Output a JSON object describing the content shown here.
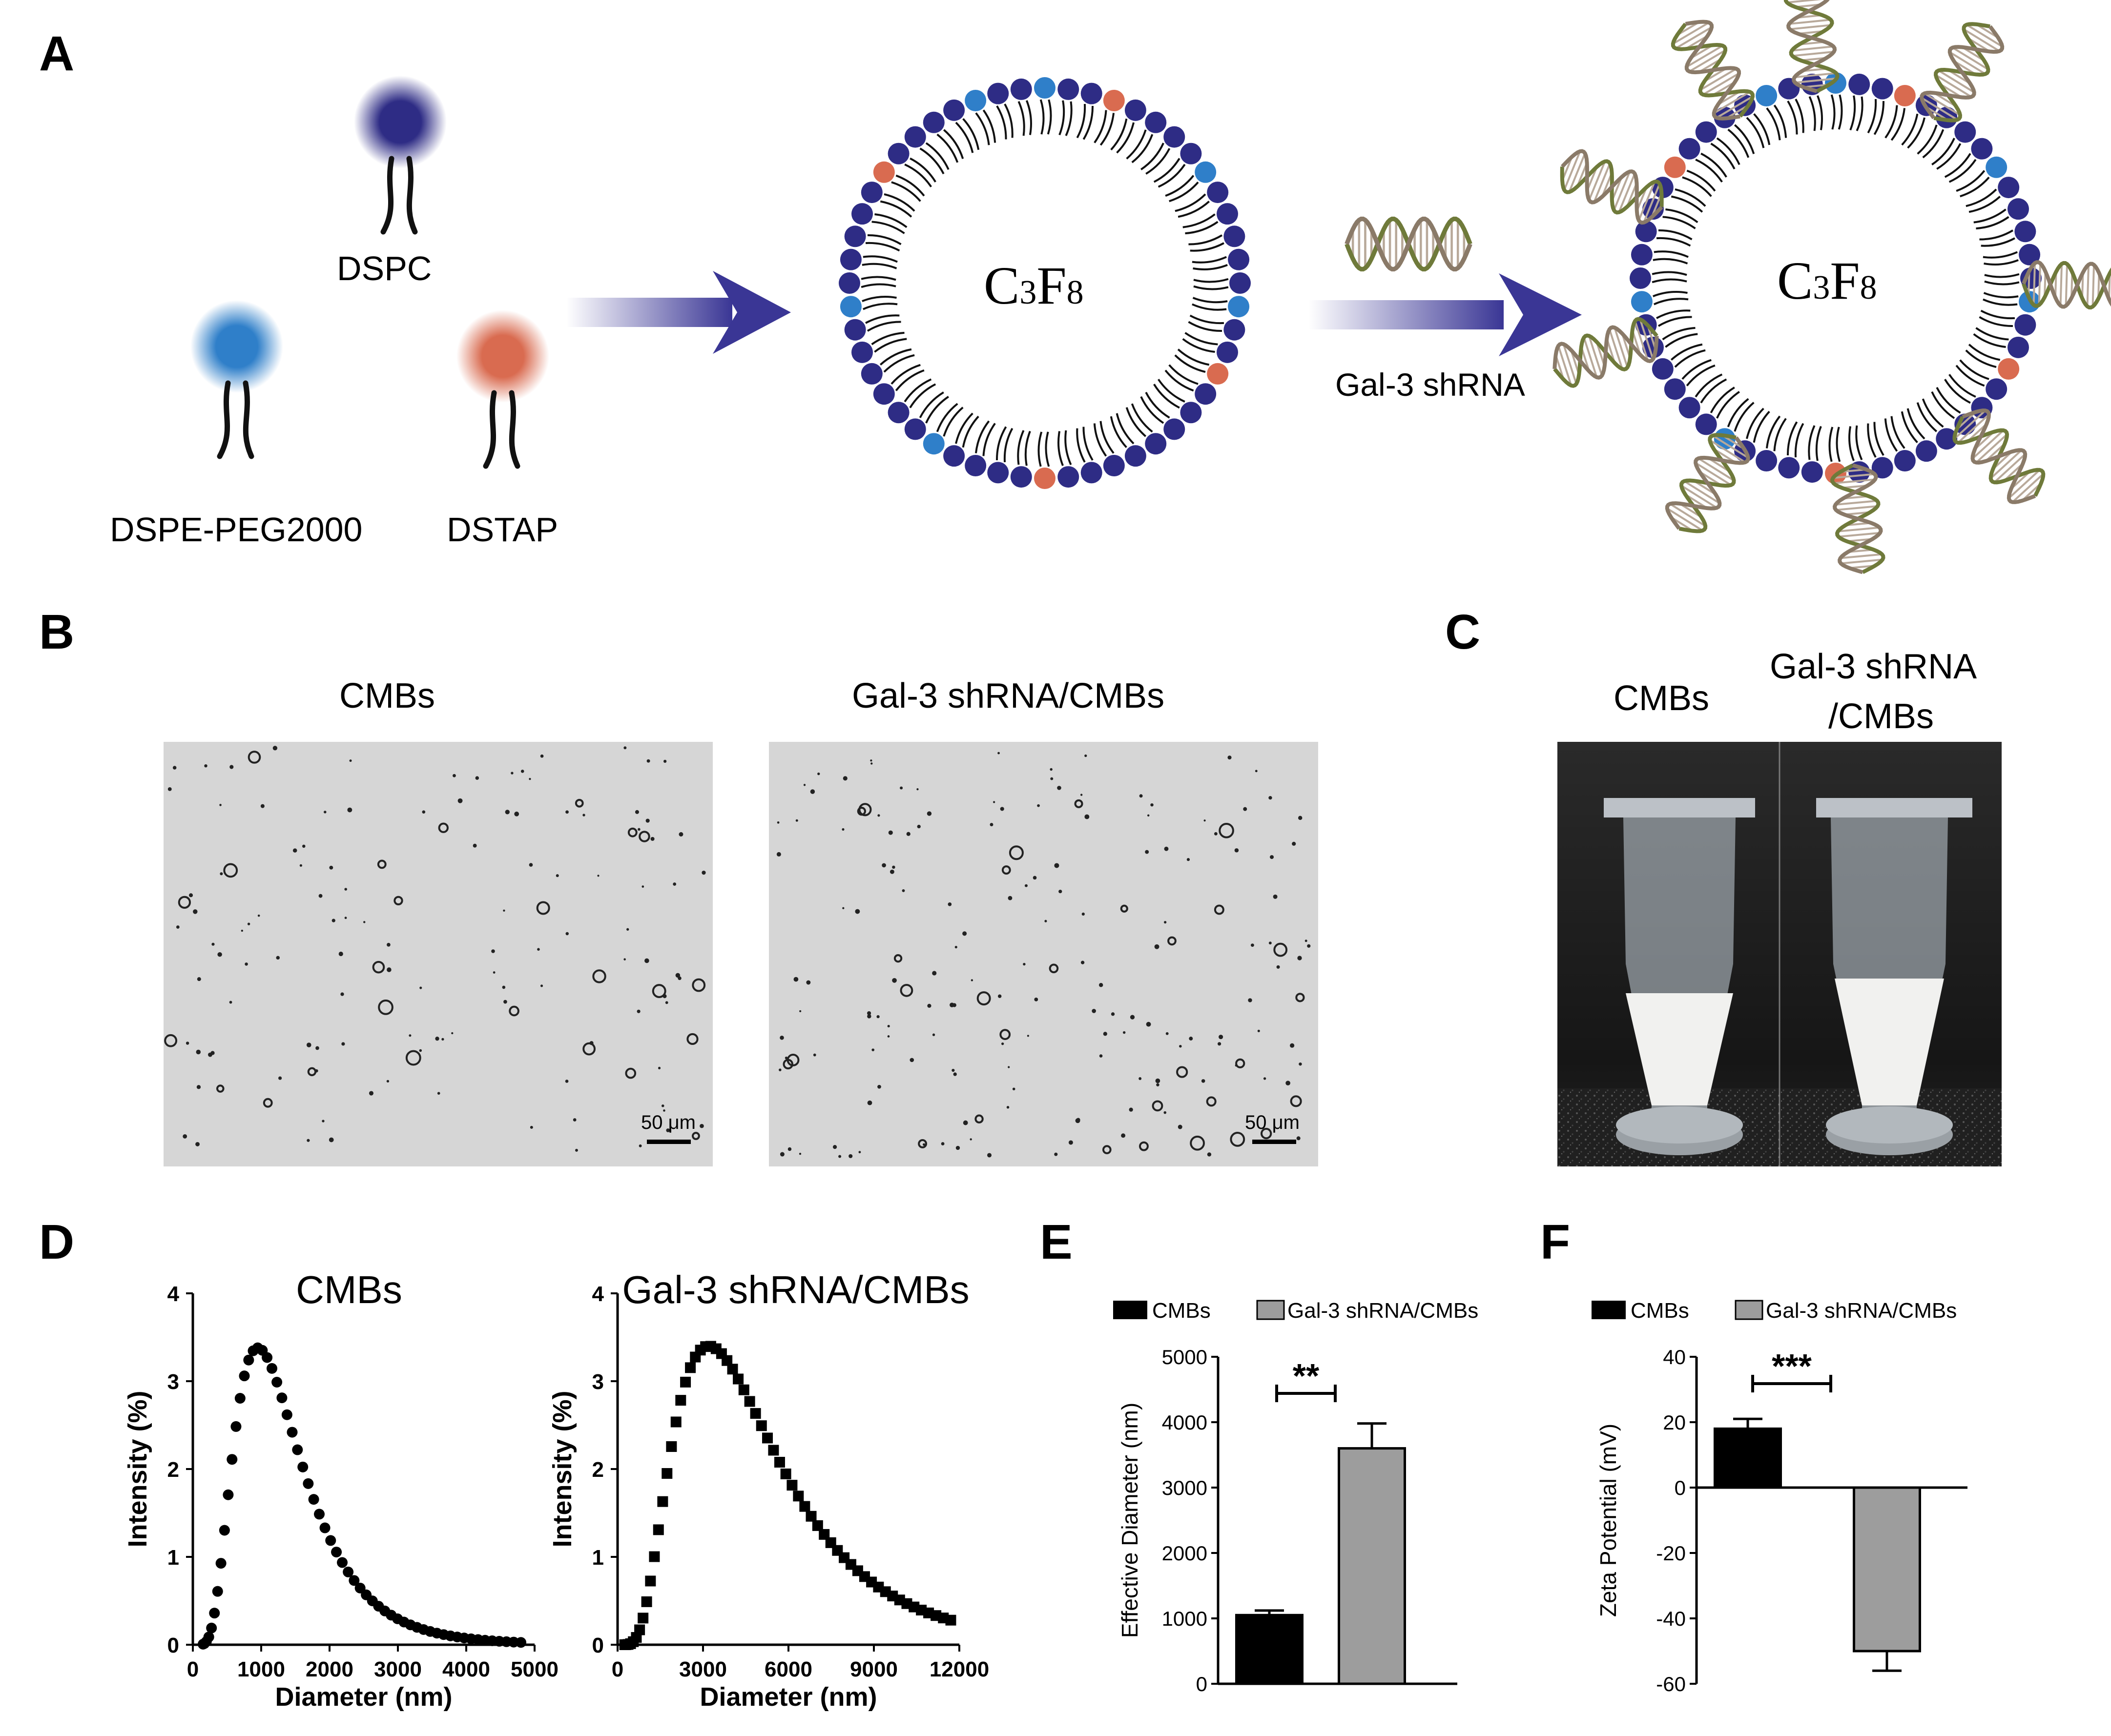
{
  "panels": {
    "A": {
      "letter": "A",
      "lipids": {
        "dspc": "DSPC",
        "dspe_peg": "DSPE-PEG2000",
        "dstap": "DSTAP"
      },
      "core_label": "C3F8",
      "arrow_label": "Gal-3 shRNA",
      "colors": {
        "dspc": "#2e2c85",
        "dspe_peg": "#2f7fc9",
        "dstap": "#d96b50",
        "arrow": "#3a3695"
      }
    },
    "B": {
      "letter": "B",
      "left_title": "CMBs",
      "right_title": "Gal-3 shRNA/CMBs",
      "scale_bar": "50 μm"
    },
    "C": {
      "letter": "C",
      "left_title": "CMBs",
      "right_title_line1": "Gal-3 shRNA",
      "right_title_line2": "/CMBs"
    },
    "D": {
      "letter": "D"
    },
    "E": {
      "letter": "E"
    },
    "F": {
      "letter": "F"
    }
  },
  "chart_data": [
    {
      "id": "D-left",
      "type": "scatter",
      "title": "CMBs",
      "xlabel": "Diameter (nm)",
      "ylabel": "Intensity (%)",
      "xlim": [
        0,
        5000
      ],
      "ylim": [
        0,
        4
      ],
      "xticks": [
        "0",
        "1000",
        "2000",
        "3000",
        "4000",
        "5000"
      ],
      "yticks": [
        "0",
        "1",
        "2",
        "3",
        "4"
      ],
      "marker": "circle",
      "distribution": {
        "peak_x": 950,
        "peak_y": 3.38,
        "sigma_log": 0.52
      },
      "x_range": [
        150,
        4800
      ],
      "n_points": 60
    },
    {
      "id": "D-right",
      "type": "scatter",
      "title": "Gal-3 shRNA/CMBs",
      "xlabel": "Diameter (nm)",
      "ylabel": "Intensity (%)",
      "xlim": [
        0,
        12000
      ],
      "ylim": [
        0,
        4
      ],
      "xticks": [
        "0",
        "3000",
        "6000",
        "9000",
        "12000"
      ],
      "yticks": [
        "0",
        "1",
        "2",
        "3",
        "4"
      ],
      "marker": "square",
      "distribution": {
        "peak_x": 3200,
        "peak_y": 3.4,
        "sigma_log": 0.58
      },
      "x_range": [
        250,
        11700
      ],
      "n_points": 60
    },
    {
      "id": "E",
      "type": "bar",
      "categories": [
        "CMBs",
        "Gal-3 shRNA/CMBs"
      ],
      "values": [
        1050,
        3600
      ],
      "errors": [
        70,
        380
      ],
      "ylabel": "Effective Diameter (nm)",
      "ylim": [
        0,
        5000
      ],
      "yticks": [
        "0",
        "1000",
        "2000",
        "3000",
        "4000",
        "5000"
      ],
      "significance": "**",
      "legend": [
        "CMBs",
        "Gal-3 shRNA/CMBs"
      ],
      "colors": [
        "#000000",
        "#9d9d9d"
      ]
    },
    {
      "id": "F",
      "type": "bar",
      "categories": [
        "CMBs",
        "Gal-3 shRNA/CMBs"
      ],
      "values": [
        18,
        -50
      ],
      "errors": [
        3,
        6
      ],
      "ylabel": "Zeta Potential (mV)",
      "ylim": [
        -60,
        40
      ],
      "yticks": [
        "40",
        "20",
        "0",
        "-20",
        "-40",
        "-60"
      ],
      "significance": "***",
      "legend": [
        "CMBs",
        "Gal-3 shRNA/CMBs"
      ],
      "colors": [
        "#000000",
        "#9d9d9d"
      ]
    }
  ]
}
